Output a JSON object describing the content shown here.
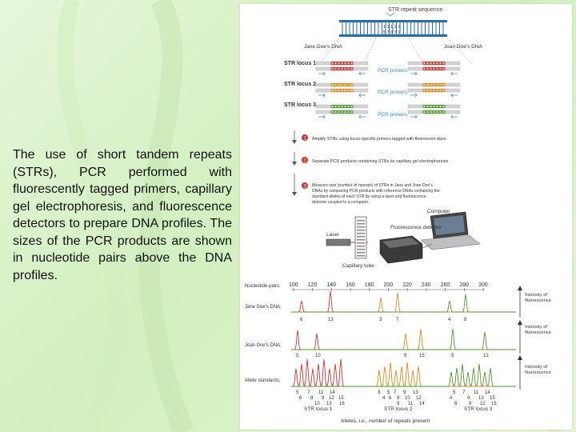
{
  "caption": "The use of short tandem repeats (STRs), PCR performed with fluorescently tagged primers, capillary gel electrophoresis, and fluorescence detectors to prepare DNA profiles. The sizes of the PCR products are shown in nucleotide pairs above the DNA profiles.",
  "colors": {
    "blue": "#1f6fb7",
    "red": "#d9342b",
    "orange": "#e08a1c",
    "green": "#4e9a2e",
    "primer": "#2c8fd6",
    "light_blue": "#3fa9e0"
  },
  "diagram": {
    "str_sequence_label": "STR repeat sequence",
    "seq_top": "1 1 1 2 3",
    "seq_bottom": "5 7 8 7 9",
    "jane_dna": "Jane Doe's DNA",
    "joan_dna": "Joan Doe's DNA",
    "locus1": "STR locus 1",
    "locus2": "STR locus 2",
    "locus3": "STR locus 3",
    "primer_label": "PCR primers",
    "steps": [
      {
        "num": "1",
        "text": "Amplify STRs using locus-specific primers tagged with fluorescent dyes."
      },
      {
        "num": "2",
        "text": "Separate PCR products containing STRs by capillary gel electrophoresis."
      },
      {
        "num": "3",
        "text": "Measure size (number of repeats) of STRs in Jane and Joan Doe's DNAs by comparing PCR products with reference DNAs containing the standard alleles of each STR by using a laser and fluorescence detector coupled to a computer."
      }
    ],
    "computer_label": "Computer",
    "detector_label": "Fluorescence detector",
    "laser_label": "Laser",
    "capillary_label": "Capillary tube"
  },
  "profiles": {
    "nucleotide_pairs_label": "Nucleotide pairs:",
    "nucleotide_ticks": [
      "100",
      "120",
      "140",
      "160",
      "180",
      "200",
      "220",
      "240",
      "260",
      "280",
      "300"
    ],
    "jane_label": "Jane Doe's DNA:",
    "joan_label": "Joan Doe's DNA:",
    "standards_label": "Allele standards:",
    "intensity_label": "Intensity of fluorescence",
    "jane_numbers": [
      "6",
      "13",
      "3",
      "7",
      "4",
      "8"
    ],
    "joan_numbers": [
      "5",
      "10",
      "9",
      "15",
      "5",
      "13"
    ],
    "std1_top": [
      "5",
      "7",
      "11",
      "14"
    ],
    "std1_mid": [
      "6",
      "8",
      "9",
      "12",
      "15"
    ],
    "std1_bot": [
      "10",
      "13",
      "16"
    ],
    "std2_top": [
      "3",
      "5",
      "7",
      "9",
      "13"
    ],
    "std2_mid": [
      "4",
      "6",
      "8",
      "10",
      "12"
    ],
    "std2_bot": [
      "9",
      "11",
      "14"
    ],
    "std3_top": [
      "5",
      "7",
      "11",
      "14"
    ],
    "std3_mid": [
      "4",
      "9",
      "13",
      "15"
    ],
    "std3_bot": [
      "6",
      "9",
      "12",
      "15"
    ],
    "locus1": "STR locus 1",
    "locus2": "STR locus 2",
    "locus3": "STR locus 3",
    "alleles_caption": "Alleles, i.e., number of repeats present"
  }
}
